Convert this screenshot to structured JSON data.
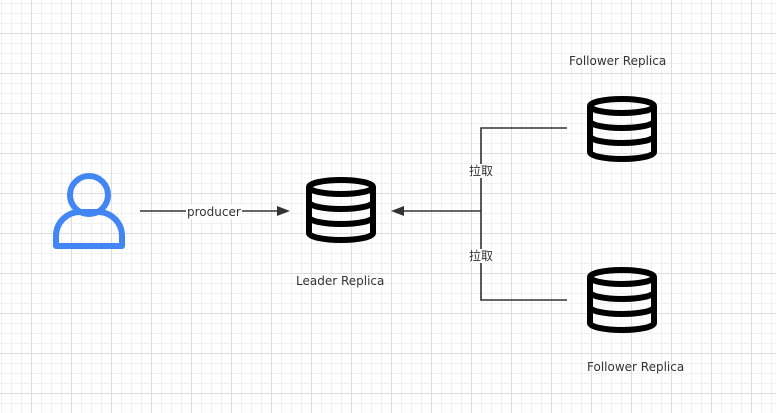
{
  "nodes": {
    "producer_user": {
      "icon": "user-icon",
      "color": "#4285f4"
    },
    "leader": {
      "label": "Leader Replica",
      "icon": "database-icon"
    },
    "follower_top": {
      "label": "Follower Replica",
      "icon": "database-icon"
    },
    "follower_bottom": {
      "label": "Follower Replica",
      "icon": "database-icon"
    }
  },
  "edges": {
    "user_to_leader": {
      "label": "producer"
    },
    "follower_top_to_leader": {
      "label": "拉取"
    },
    "follower_bottom_to_leader": {
      "label": "拉取"
    }
  },
  "colors": {
    "line": "#333333",
    "icon": "#000000"
  }
}
